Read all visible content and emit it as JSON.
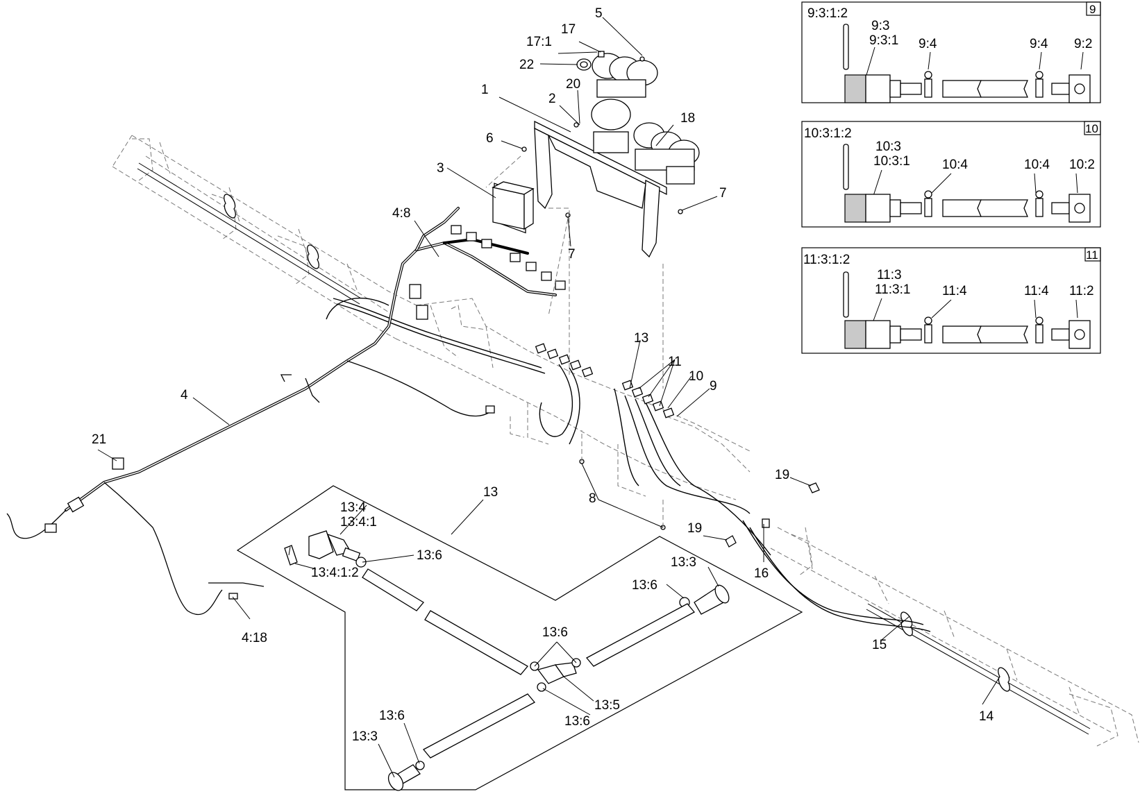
{
  "diagram": {
    "main_callouts": [
      {
        "id": "c-5",
        "text": "5"
      },
      {
        "id": "c-17",
        "text": "17"
      },
      {
        "id": "c-17-1",
        "text": "17:1"
      },
      {
        "id": "c-22",
        "text": "22"
      },
      {
        "id": "c-20",
        "text": "20"
      },
      {
        "id": "c-1",
        "text": "1"
      },
      {
        "id": "c-2",
        "text": "2"
      },
      {
        "id": "c-18",
        "text": "18"
      },
      {
        "id": "c-6",
        "text": "6"
      },
      {
        "id": "c-3",
        "text": "3"
      },
      {
        "id": "c-7a",
        "text": "7"
      },
      {
        "id": "c-7b",
        "text": "7"
      },
      {
        "id": "c-4-8",
        "text": "4:8"
      },
      {
        "id": "c-13a",
        "text": "13"
      },
      {
        "id": "c-11",
        "text": "11"
      },
      {
        "id": "c-10",
        "text": "10"
      },
      {
        "id": "c-9",
        "text": "9"
      },
      {
        "id": "c-4",
        "text": "4"
      },
      {
        "id": "c-21",
        "text": "21"
      },
      {
        "id": "c-13b",
        "text": "13"
      },
      {
        "id": "c-8",
        "text": "8"
      },
      {
        "id": "c-19a",
        "text": "19"
      },
      {
        "id": "c-19b",
        "text": "19"
      },
      {
        "id": "c-16",
        "text": "16"
      },
      {
        "id": "c-15",
        "text": "15"
      },
      {
        "id": "c-14",
        "text": "14"
      },
      {
        "id": "c-4-18",
        "text": "4:18"
      }
    ],
    "detail_callouts": [
      {
        "id": "d-13-4",
        "text": "13:4"
      },
      {
        "id": "d-13-4-1",
        "text": "13:4:1"
      },
      {
        "id": "d-13-6a",
        "text": "13:6"
      },
      {
        "id": "d-13-4-1-2",
        "text": "13:4:1:2"
      },
      {
        "id": "d-13-3a",
        "text": "13:3"
      },
      {
        "id": "d-13-6b",
        "text": "13:6"
      },
      {
        "id": "d-13-6c",
        "text": "13:6"
      },
      {
        "id": "d-13-5",
        "text": "13:5"
      },
      {
        "id": "d-13-6d",
        "text": "13:6"
      },
      {
        "id": "d-13-6e",
        "text": "13:6"
      },
      {
        "id": "d-13-3b",
        "text": "13:3"
      }
    ],
    "insets": [
      {
        "number": "9",
        "labels": {
          "rod": "9:3:1:2",
          "coupler_a": "9:3",
          "coupler_b": "9:3:1",
          "clamp_left": "9:4",
          "clamp_right": "9:4",
          "fitting": "9:2"
        }
      },
      {
        "number": "10",
        "labels": {
          "rod": "10:3:1:2",
          "coupler_a": "10:3",
          "coupler_b": "10:3:1",
          "clamp_left": "10:4",
          "clamp_right": "10:4",
          "fitting": "10:2"
        }
      },
      {
        "number": "11",
        "labels": {
          "rod": "11:3:1:2",
          "coupler_a": "11:3",
          "coupler_b": "11:3:1",
          "clamp_left": "11:4",
          "clamp_right": "11:4",
          "fitting": "11:2"
        }
      }
    ]
  }
}
